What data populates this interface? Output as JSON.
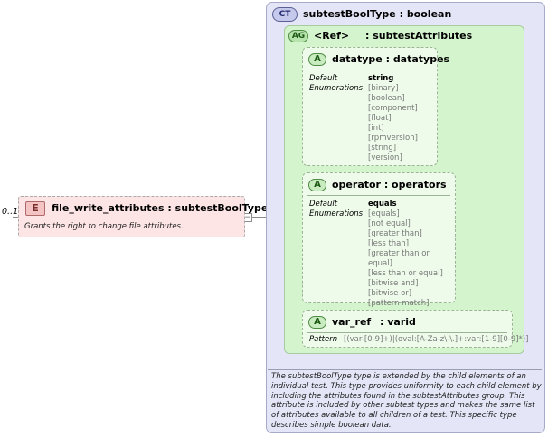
{
  "element": {
    "occurrence": "0..1",
    "badge": "E",
    "name": "file_write_attributes",
    "type_sep": " : ",
    "type": "subtestBoolType",
    "doc": "Grants the right to change file attributes."
  },
  "complex_type": {
    "badge": "CT",
    "name": "subtestBoolType",
    "type_sep": " : ",
    "base": "boolean",
    "doc": "The subtestBoolType type is extended by the child elements of an individual test.  This type provides uniformity to each child element by including the attributes found in the subtestAttributes group.  This attribute is included by other subtest types and makes the same list of attributes available to all children of a test.  This specific type describes simple boolean data."
  },
  "attribute_group": {
    "badge": "AG",
    "ref": "<Ref>",
    "sep": " : ",
    "name": "subtestAttributes"
  },
  "attributes": [
    {
      "badge": "A",
      "name": "datatype",
      "sep": " : ",
      "type": "datatypes",
      "default_label": "Default",
      "enum_label": "Enumerations",
      "default": "string",
      "enumerations": [
        "[binary]",
        "[boolean]",
        "[component]",
        "[float]",
        "[int]",
        "[rpmversion]",
        "[string]",
        "[version]"
      ]
    },
    {
      "badge": "A",
      "name": "operator",
      "sep": " : ",
      "type": "operators",
      "default_label": "Default",
      "enum_label": "Enumerations",
      "default": "equals",
      "enumerations": [
        "[equals]",
        "[not equal]",
        "[greater than]",
        "[less than]",
        "[greater than or equal]",
        "[less than or equal]",
        "[bitwise and]",
        "[bitwise or]",
        "[pattern match]"
      ]
    },
    {
      "badge": "A",
      "name": "var_ref",
      "sep": " : ",
      "type": "varid",
      "pattern_label": "Pattern",
      "pattern": "[(var-[0-9]+)|(oval:[A-Za-z\\-\\.]+:var:[1-9][0-9]*)]"
    }
  ]
}
